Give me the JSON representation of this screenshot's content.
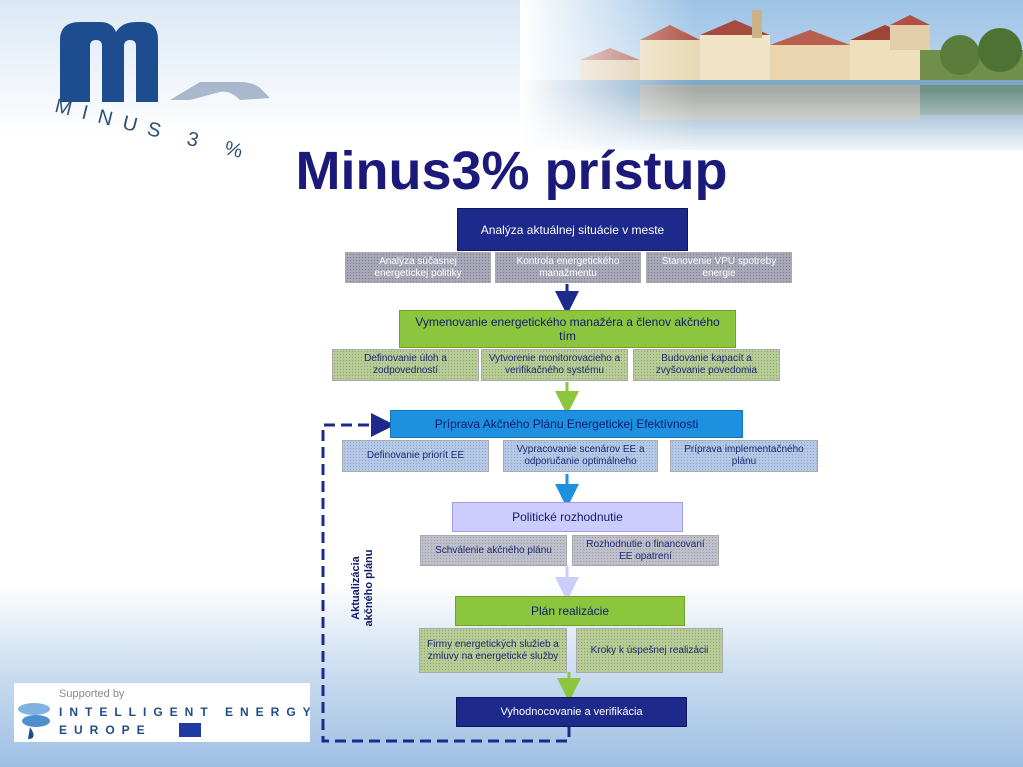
{
  "logo": {
    "letter": "m",
    "tagline": "MINUS 3 %"
  },
  "title": "Minus3% prístup",
  "flow": {
    "analyza": "Analýza aktuálnej situácie v meste",
    "analyza_sub": [
      "Analýza súčasnej energetickej politiky",
      "Kontrola energetického manažmentu",
      "Stanovenie VPU spotreby energie"
    ],
    "vymenovanie": "Vymenovanie energetického manažéra a členov akčného tím",
    "vymenovanie_sub": [
      "Definovanie úloh a zodpovedností",
      "Vytvorenie monitorovacieho a verifikačného systému",
      "Budovanie kapacít a zvyšovanie povedomia"
    ],
    "priprava": "Príprava Akčného Plánu Energetickej Efektívnosti",
    "priprava_sub": [
      "Definovanie priorít EE",
      "Vypracovanie scenárov EE a odporučanie optimálneho",
      "Príprava implementačného plánu"
    ],
    "politicke": "Politické rozhodnutie",
    "politicke_sub": [
      "Schválenie akčného plánu",
      "Rozhodnutie o financovaní EE opatrení"
    ],
    "plan": "Plán realizácie",
    "plan_sub": [
      "Firmy energetických služieb a zmluvy na energetické služby",
      "Kroky k úspešnej realizácii"
    ],
    "vyhodnocovanie": "Vyhodnocovanie a verifikácia",
    "loop_label_1": "Aktualizácia",
    "loop_label_2": "akčného plánu"
  },
  "footer_logo": {
    "supported": "Supported by",
    "line1": "INTELLIGENT ENERGY",
    "line2": "EUROPE"
  },
  "colors": {
    "navy": "#1d2a8c",
    "green": "#8cc63f",
    "blue": "#1e90e0",
    "lavender": "#ccccff",
    "title": "#1b1a7a"
  }
}
